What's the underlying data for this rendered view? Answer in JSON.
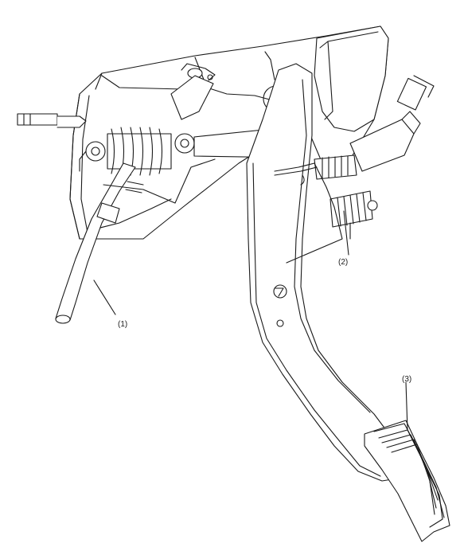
{
  "callouts": [
    {
      "id": 1,
      "text": "(1)"
    },
    {
      "id": 2,
      "text": "(2)"
    },
    {
      "id": 3,
      "text": "(3)"
    }
  ],
  "colors": {
    "background": "#f2f2f2",
    "paper": "#ffffff",
    "ink": "#1a1a1a"
  }
}
